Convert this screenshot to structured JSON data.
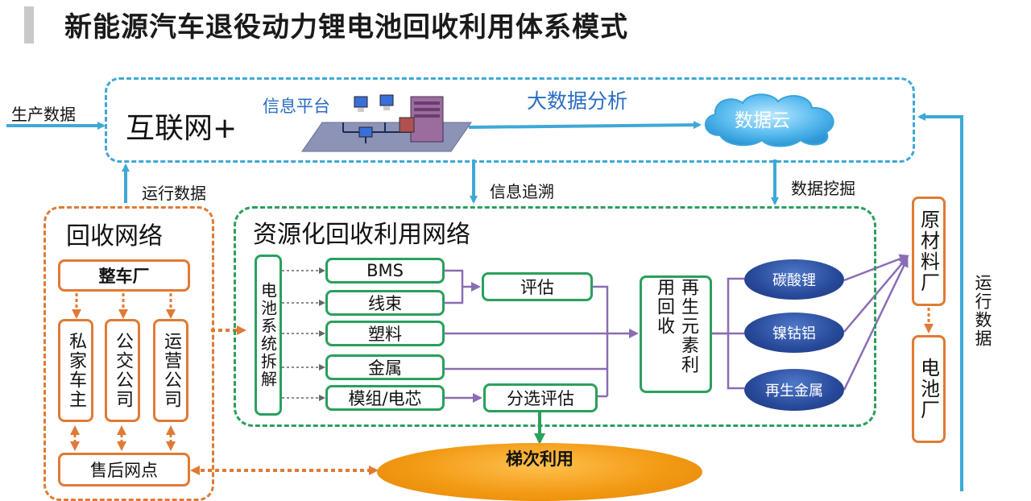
{
  "title": "新能源汽车退役动力锂电池回收利用体系模式",
  "internet": {
    "label": "互联网+",
    "platform": "信息平台",
    "bigdata": "大数据分析",
    "cloud": "数据云"
  },
  "flows": {
    "production_data": "生产数据",
    "operation_data": "运行数据",
    "trace": "信息追溯",
    "mining": "数据挖掘",
    "right_operation_data": "运行数据"
  },
  "recycle_network": {
    "title": "回收网络",
    "oem": "整车厂",
    "owners": [
      "私家车主",
      "公交公司",
      "运营公司"
    ],
    "aftersales": "售后网点"
  },
  "resource_network": {
    "title": "资源化回收利用网络",
    "disassembly": "电池系统拆解",
    "components": [
      "BMS",
      "线束",
      "塑料",
      "金属",
      "模组/电芯"
    ],
    "evaluate": "评估",
    "sort_evaluate": "分选评估",
    "element_recycle": "再生元素利用回收",
    "products": [
      "碳酸锂",
      "镍钴铝",
      "再生金属"
    ]
  },
  "echelon": "梯次利用",
  "raw_material_plant": "原材料厂",
  "battery_plant": "电池厂"
}
